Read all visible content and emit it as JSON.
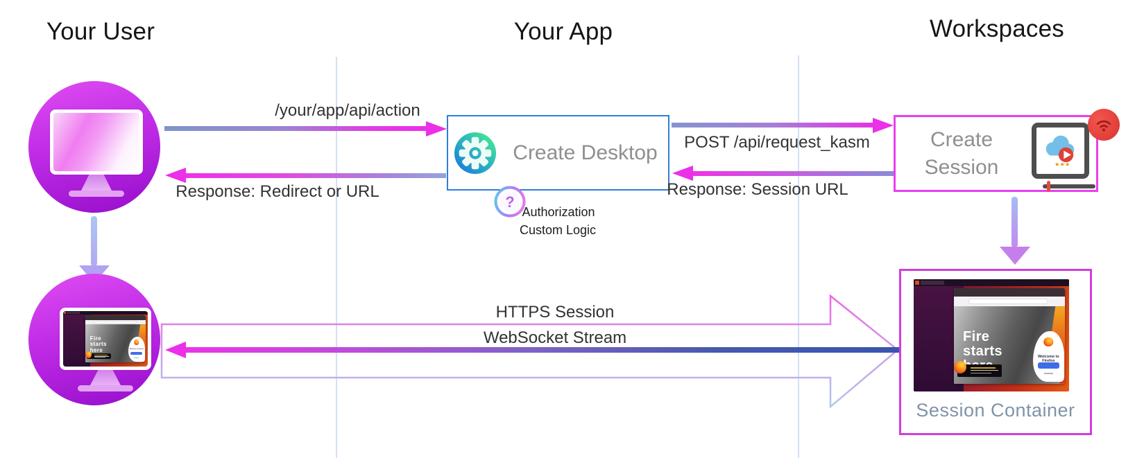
{
  "columns": {
    "user": "Your User",
    "app": "Your App",
    "workspaces": "Workspaces"
  },
  "nodes": {
    "create_desktop": {
      "label": "Create Desktop"
    },
    "create_session": {
      "label_line1": "Create",
      "label_line2": "Session"
    },
    "session_container": {
      "label": "Session Container"
    },
    "authorization": {
      "line1": "Authorization",
      "line2": "Custom Logic"
    }
  },
  "arrows": {
    "api_action": {
      "label": "/your/app/api/action",
      "direction": "right"
    },
    "redirect": {
      "label": "Response: Redirect or URL",
      "direction": "left"
    },
    "post_kasm": {
      "label": "POST /api/request_kasm",
      "direction": "right"
    },
    "session_url": {
      "label": "Response: Session URL",
      "direction": "left"
    },
    "https_session": {
      "label": "HTTPS Session",
      "direction": "right"
    },
    "websocket": {
      "label": "WebSocket Stream",
      "direction": "left"
    }
  },
  "desktop": {
    "headline": [
      "Fire",
      "starts",
      "here"
    ],
    "welcome": "Welcome to Firefox",
    "dock_colors": [
      "#e8913a",
      "#4a90d9",
      "#26a269",
      "#e8623a",
      "#62a0ea",
      "#f5c211",
      "#9141ac",
      "#e01b24",
      "#f4f4f4",
      "#f66151",
      "#5e5c64",
      "#33d17a",
      "#ff7800",
      "#c061cb"
    ]
  },
  "colors": {
    "magenta_accent": "#ec2fe8",
    "steel_blue": "#7e95ca",
    "dark_blue": "#3a55ae",
    "light_blue_outline": "#b3c7ea",
    "magenta_outline": "#ef64e8",
    "blue_box_border": "#2e7fd6",
    "magenta_box_border": "#e93ef0",
    "violet_box_border": "#d43be0",
    "purple_circle": "#a816d8",
    "gear_green": "#3fe09a",
    "gear_blue": "#1f86d6",
    "gray_node_text": "#8f8f8f",
    "container_text": "#8093a8"
  }
}
